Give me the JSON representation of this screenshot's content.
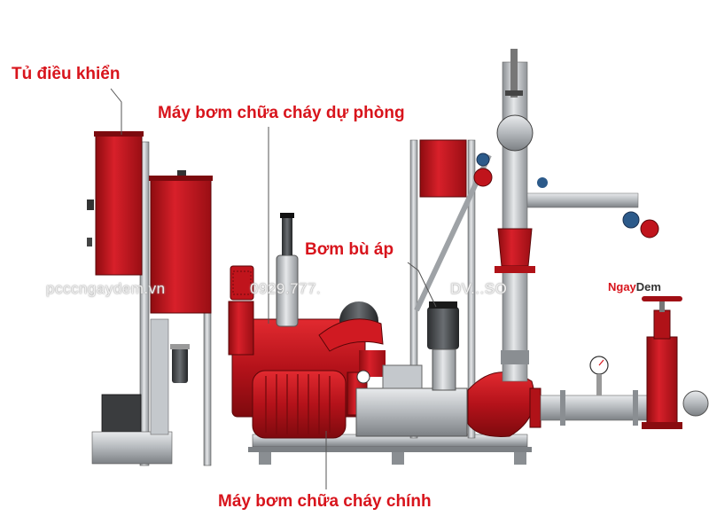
{
  "labels": {
    "control_cabinet": "Tủ điều khiển",
    "backup_pump": "Máy bơm chữa cháy dự phòng",
    "jockey_pump": "Bơm bù áp",
    "main_pump": "Máy bơm chữa cháy chính"
  },
  "watermark": {
    "site": "pcccngaydem.vn",
    "phone": "0929.777.",
    "tail": "DV...SO"
  },
  "logo": {
    "part1": "Ngay",
    "part2": "Dem"
  },
  "colors": {
    "label_red": "#d8141c",
    "equipment_red": "#c8141c",
    "steel": "#b8bcc0"
  }
}
